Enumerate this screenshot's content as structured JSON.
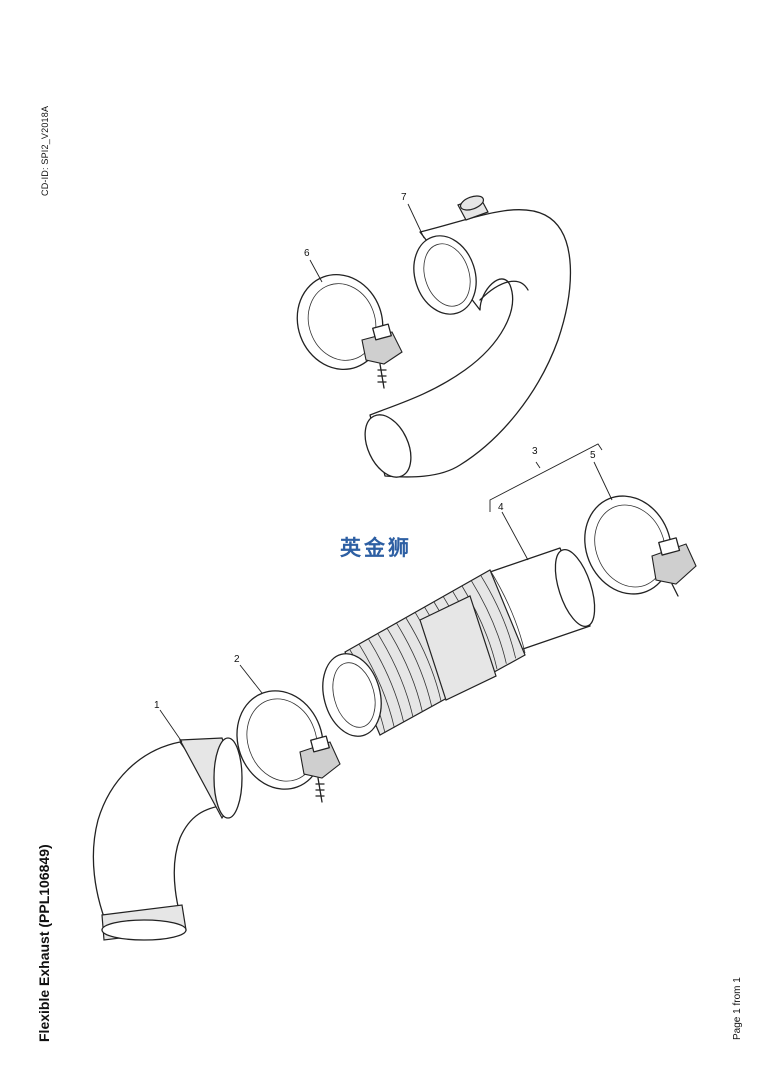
{
  "document": {
    "id_label": "CD-ID: SPI2_V2018A",
    "title": "Flexible Exhaust (PPL106849)",
    "page_label": "Page 1 from 1",
    "watermark": "英金狮"
  },
  "callouts": [
    {
      "number": "1",
      "part": "exhaust elbow"
    },
    {
      "number": "2",
      "part": "clamp"
    },
    {
      "number": "3",
      "part": "flexible pipe assembly"
    },
    {
      "number": "4",
      "part": "flexible bellows pipe"
    },
    {
      "number": "5",
      "part": "clamp"
    },
    {
      "number": "6",
      "part": "clamp"
    },
    {
      "number": "7",
      "part": "exhaust bend pipe"
    }
  ]
}
